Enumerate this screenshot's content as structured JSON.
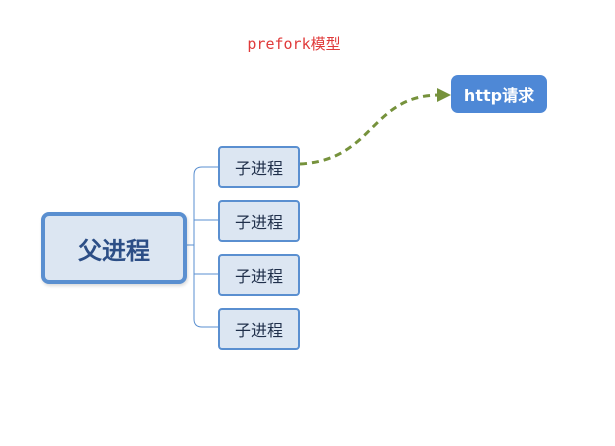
{
  "title": "prefork模型",
  "parent": {
    "label": "父进程"
  },
  "children": [
    {
      "label": "子进程"
    },
    {
      "label": "子进程"
    },
    {
      "label": "子进程"
    },
    {
      "label": "子进程"
    }
  ],
  "request": {
    "label": "http请求"
  },
  "colors": {
    "title": "#e03a3a",
    "node_fill": "#dce6f2",
    "node_border": "#5a8fd0",
    "request_fill": "#4e88d6",
    "arrow": "#76923c"
  }
}
